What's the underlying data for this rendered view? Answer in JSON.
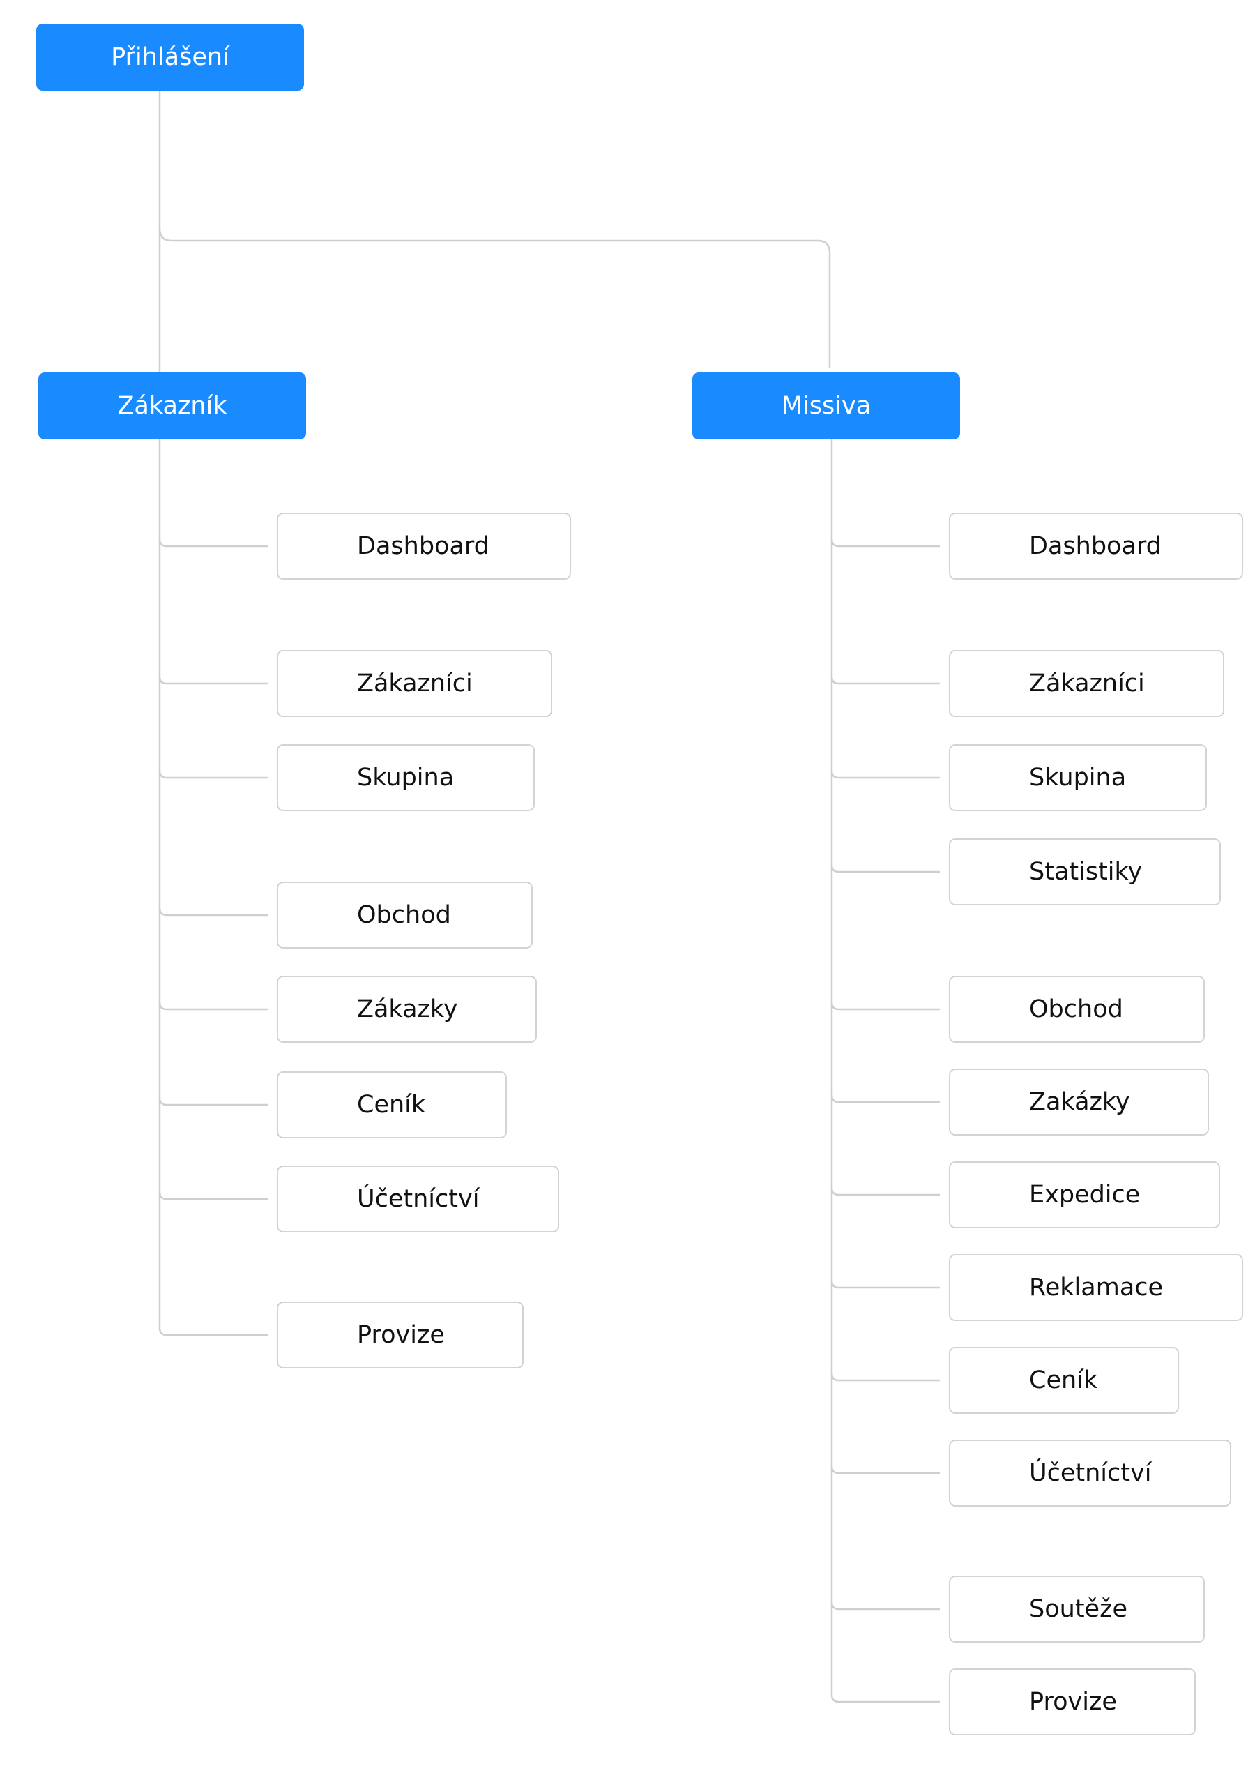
{
  "root": {
    "label": "Přihlášení"
  },
  "branches": [
    {
      "label": "Zákazník",
      "children": [
        "Dashboard",
        "Zákazníci",
        "Skupina",
        "Obchod",
        "Zákazky",
        "Ceník",
        "Účetníctví",
        "Provize"
      ]
    },
    {
      "label": "Missiva",
      "children": [
        "Dashboard",
        "Zákazníci",
        "Skupina",
        "Statistiky",
        "Obchod",
        "Zakázky",
        "Expedice",
        "Reklamace",
        "Ceník",
        "Účetníctví",
        "Soutěže",
        "Provize"
      ]
    }
  ],
  "colors": {
    "primary": "#1a8bff",
    "connector": "#cfcfcf",
    "child_border": "#d3d3d3",
    "text": "#111111"
  }
}
